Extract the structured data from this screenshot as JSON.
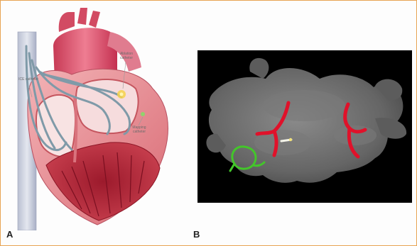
{
  "figure": {
    "panel_a": {
      "letter": "A",
      "callouts": {
        "ice": "ICE catheter",
        "ablation": "Ablation catheter",
        "mapping": "Mapping catheter"
      }
    },
    "panel_b": {
      "letter": "B"
    }
  },
  "colors": {
    "frame_border": "#e8a352",
    "myocardium": "#b52a3d",
    "heart_exterior": "#e8949a",
    "catheter": "#7f9aa8",
    "ablation_line": "#e0112a",
    "mapping_loop": "#43c62a",
    "anatomy_mesh": "#6d6d6d",
    "panel_b_background": "#000000"
  }
}
